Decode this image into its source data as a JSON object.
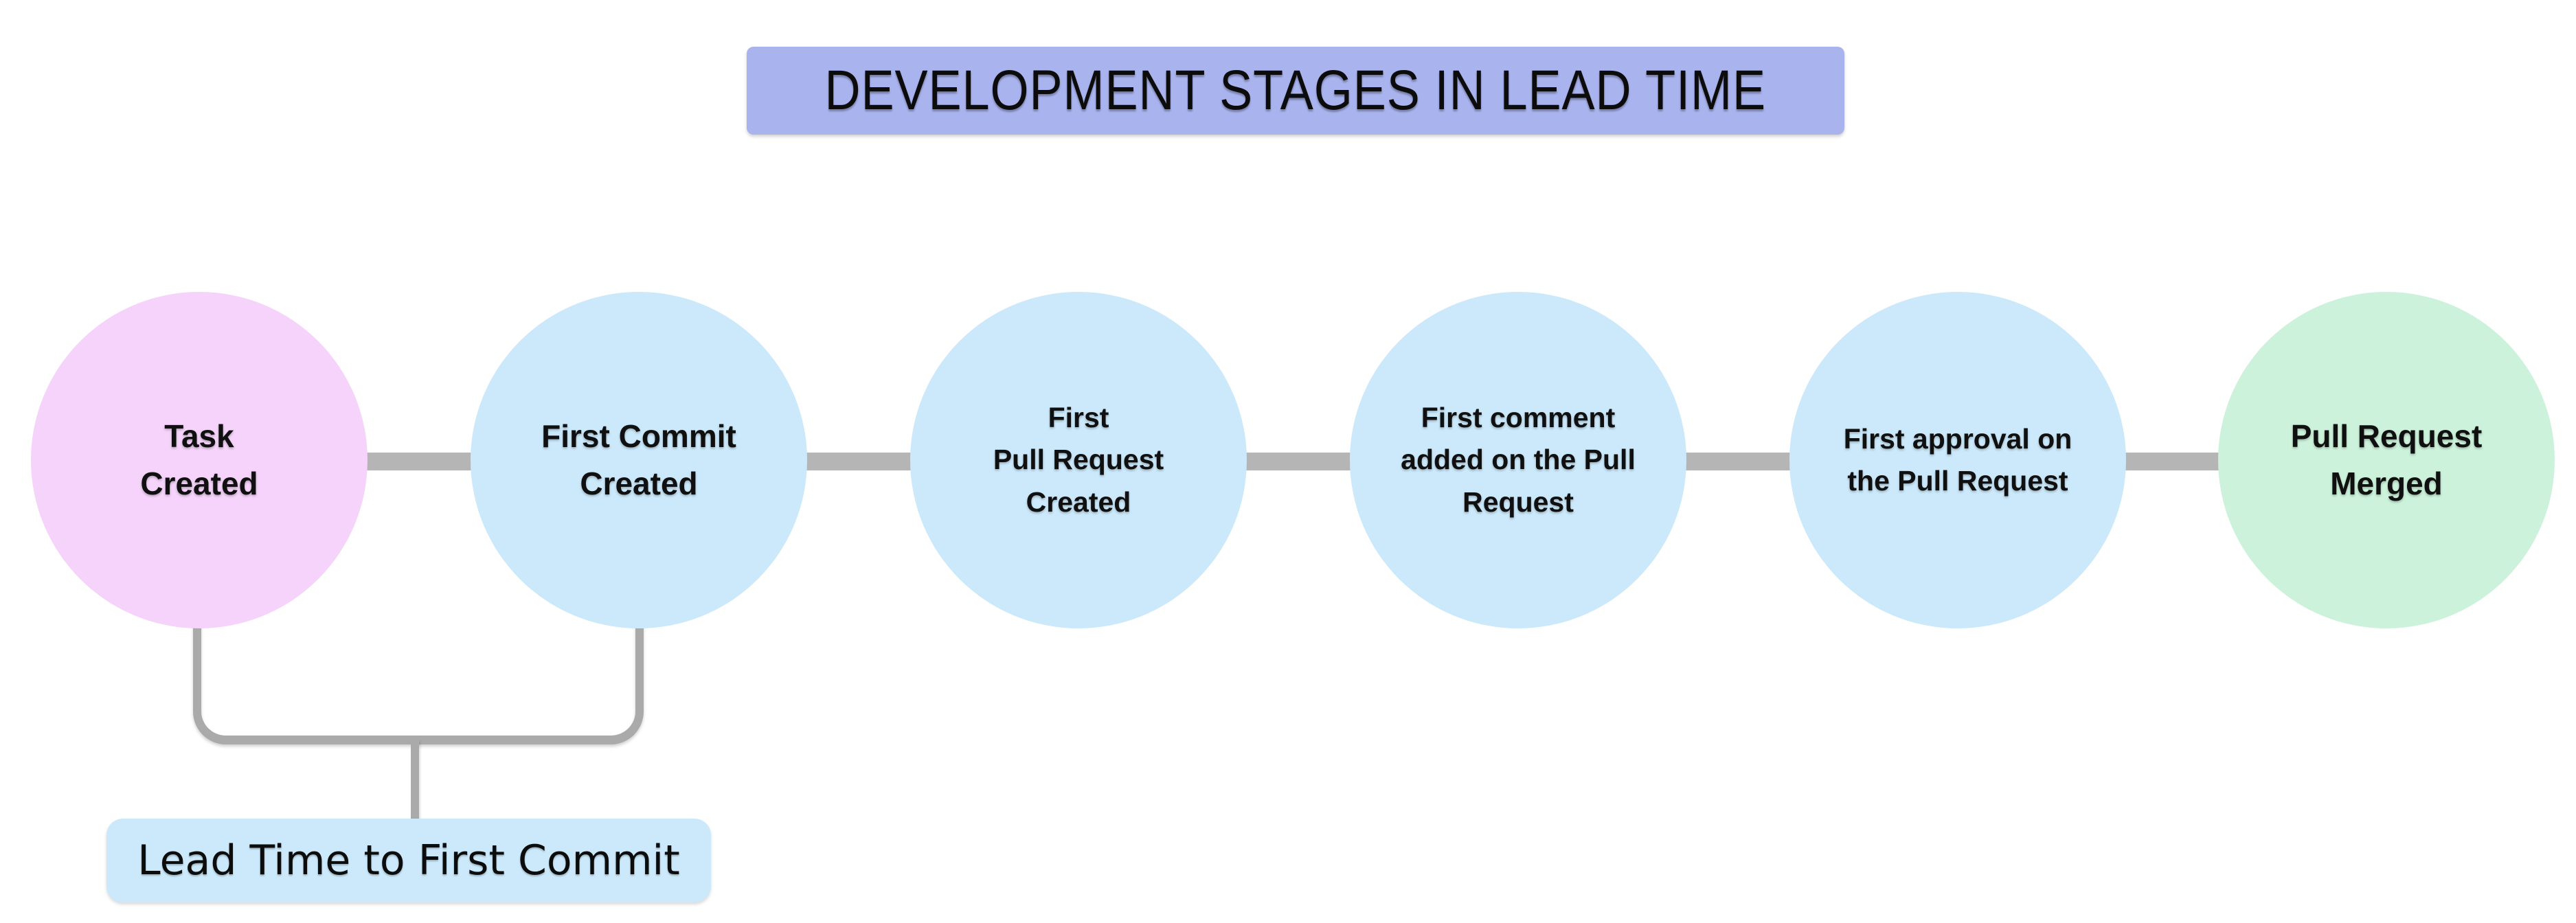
{
  "title": {
    "text": "DEVELOPMENT STAGES IN LEAD TIME",
    "bg": "#a9b3ee"
  },
  "stages": [
    {
      "label": "Task\nCreated",
      "color": "#f5d3fa"
    },
    {
      "label": "First Commit\nCreated",
      "color": "#cbe9fb"
    },
    {
      "label": "First\nPull Request\nCreated",
      "color": "#cbe9fb"
    },
    {
      "label": "First comment\nadded on the Pull\nRequest",
      "color": "#cbe9fb"
    },
    {
      "label": "First approval on\nthe Pull Request",
      "color": "#cbe9fb"
    },
    {
      "label": "Pull Request\nMerged",
      "color": "#ccf2db"
    }
  ],
  "annotation": {
    "label": "Lead Time to First Commit",
    "bg": "#cbe9fb",
    "connects_stage_indices": [
      0,
      1
    ]
  },
  "colors": {
    "background": "#ffffff",
    "connector": "#b5b5b5",
    "bracket": "#aaaaaa",
    "text": "#101010"
  }
}
